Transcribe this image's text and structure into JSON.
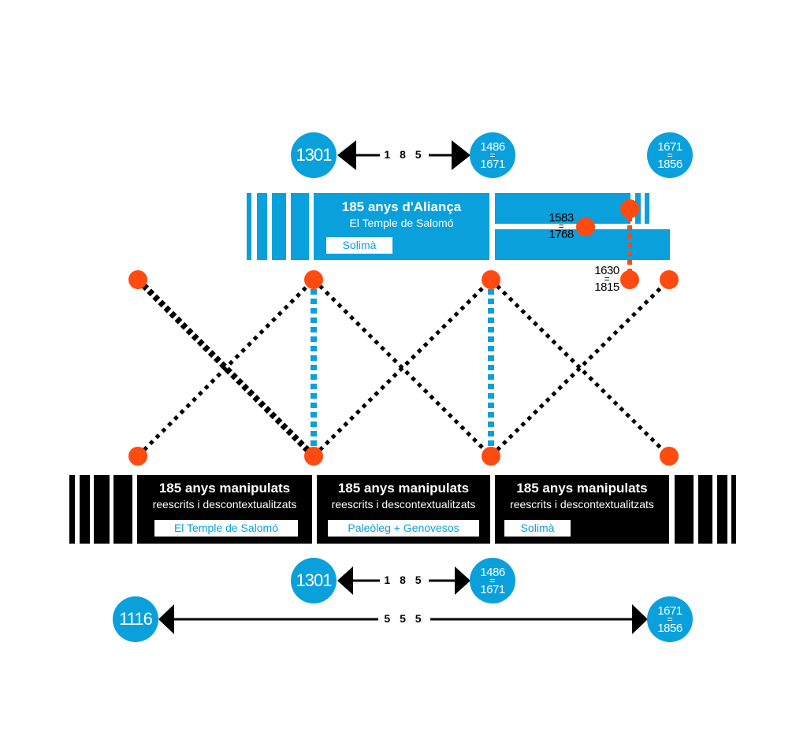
{
  "colors": {
    "blue": "#0aa0dc",
    "black": "#000000",
    "orange": "#ff4a10"
  },
  "top": {
    "arrow": {
      "label": "1 8 5",
      "left_date": "1301",
      "right_date_a": "1486",
      "right_date_b": "1671",
      "eq": "="
    },
    "far_right_date": {
      "a": "1671",
      "b": "1856",
      "eq": "="
    },
    "blue_band": {
      "title": "185 anys d'Aliança",
      "subtitle": "El Temple de Salomó",
      "tag": "Solimà"
    },
    "markers": [
      {
        "a": "1583",
        "b": "1768",
        "eq": "="
      },
      {
        "a": "1630",
        "b": "1815",
        "eq": "="
      }
    ]
  },
  "bottom_band": {
    "blocks": [
      {
        "title": "185 anys manipulats",
        "subtitle": "reescrits i descontextualitzats",
        "tag": "El Temple de Salomó"
      },
      {
        "title": "185 anys manipulats",
        "subtitle": "reescrits i descontextualitzats",
        "tag": "Paleòleg + Genovesos"
      },
      {
        "title": "185 anys manipulats",
        "subtitle": "reescrits i descontextualitzats",
        "tag": "Solimà"
      }
    ]
  },
  "bottom": {
    "arrow_short": {
      "label": "1 8 5",
      "left_date": "1301",
      "right_date_a": "1486",
      "right_date_b": "1671",
      "eq": "="
    },
    "arrow_long": {
      "label": "5 5 5",
      "left_date": "1116",
      "right_date_a": "1671",
      "right_date_b": "1856",
      "eq": "="
    }
  }
}
